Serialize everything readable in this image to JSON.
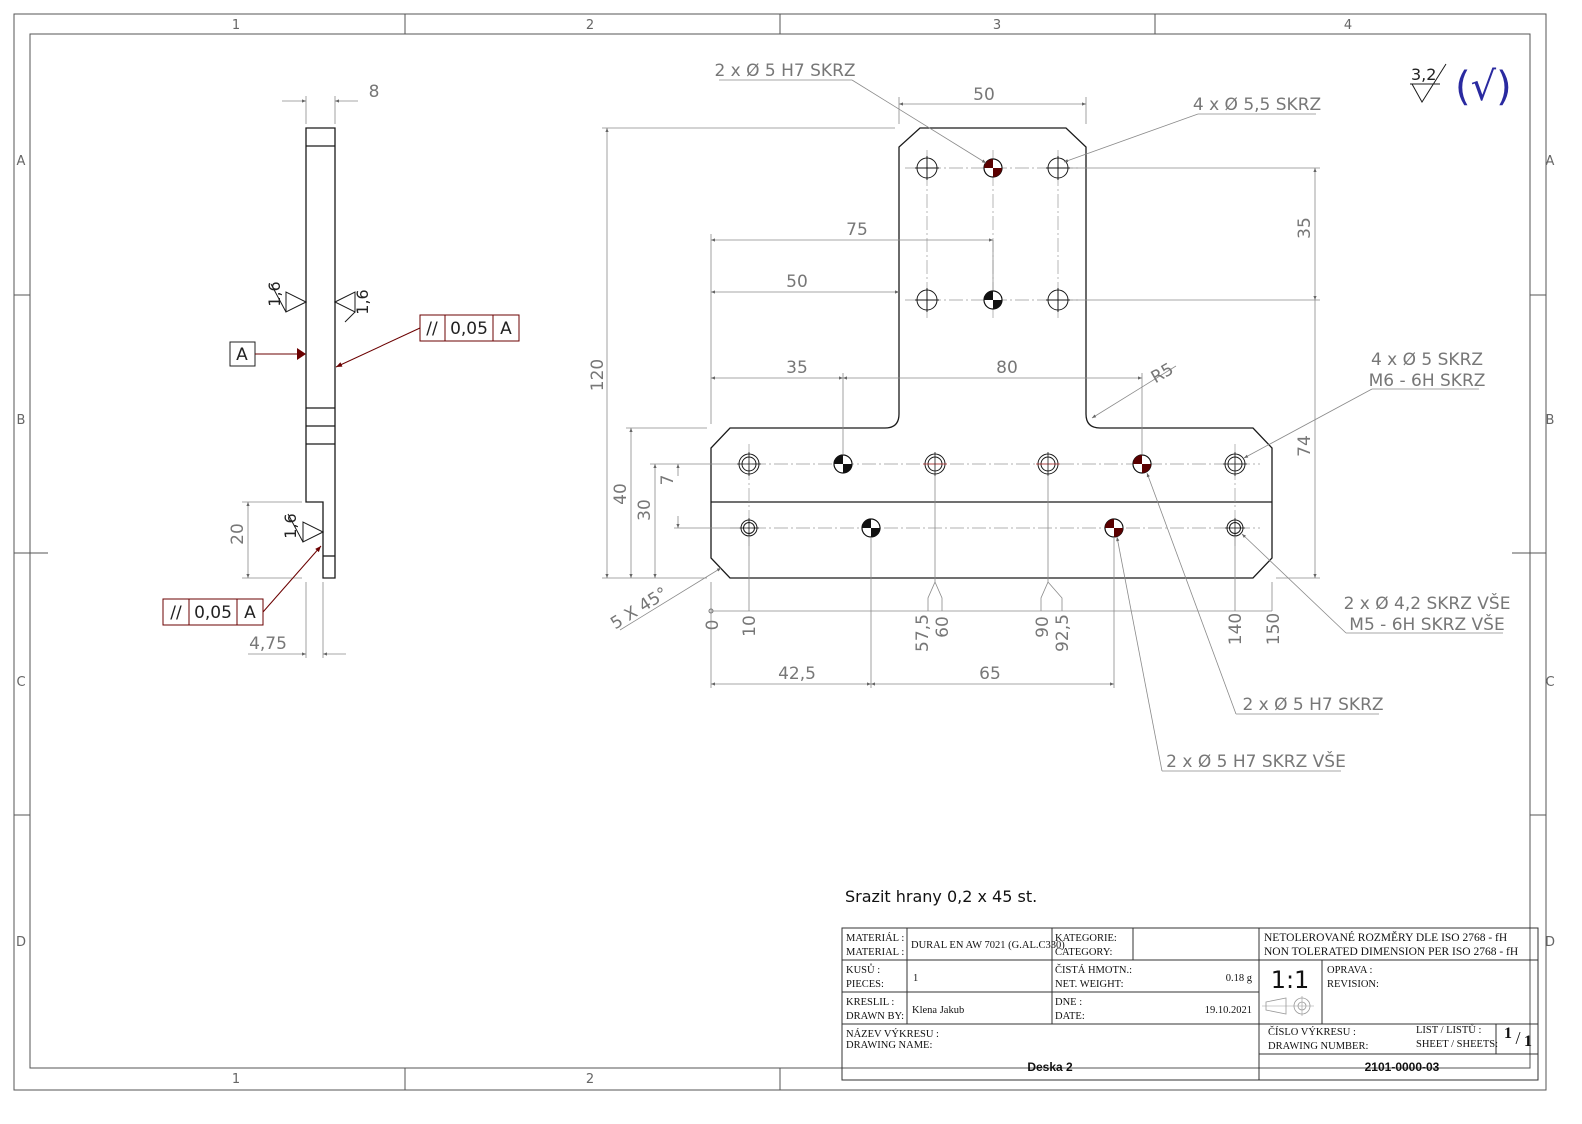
{
  "zones": {
    "cols": [
      "1",
      "2",
      "3",
      "4"
    ],
    "rows": [
      "A",
      "B",
      "C",
      "D"
    ]
  },
  "roughness": {
    "general": "3,2",
    "bracket_symbol": "(√)"
  },
  "side_view": {
    "dims": {
      "width": "8",
      "step_height": "20",
      "offset": "4,75"
    },
    "roughness": [
      "1,6",
      "1,6",
      "1,6"
    ],
    "datum": "A",
    "fcf": [
      {
        "symbol": "//",
        "tolerance": "0,05",
        "datum": "A"
      },
      {
        "symbol": "//",
        "tolerance": "0,05",
        "datum": "A"
      }
    ]
  },
  "front_view": {
    "dims": {
      "top_width": "50",
      "h75": "75",
      "h50": "50",
      "h35": "35",
      "h80": "80",
      "v120": "120",
      "v35": "35",
      "v74": "74",
      "v40": "40",
      "v30": "30",
      "v7": "7",
      "radius": "R5",
      "chamfer": "5 X 45°",
      "b42": "42,5",
      "b65": "65"
    },
    "ordinates": [
      "0",
      "10",
      "57,5",
      "60",
      "90",
      "92,5",
      "140",
      "150"
    ],
    "callouts": [
      "2 x Ø 5 H7 SKRZ",
      "4 x Ø 5,5 SKRZ",
      "4 x Ø 5 SKRZ",
      "M6 - 6H SKRZ",
      "2 x Ø 4,2 SKRZ VŠE",
      "M5 - 6H SKRZ VŠE",
      "2 x Ø 5 H7 SKRZ",
      "2 x Ø 5 H7 SKRZ VŠE"
    ]
  },
  "note": "Srazit hrany 0,2 x 45 st.",
  "title_block": {
    "material_label": "MATERIÁL :",
    "material_label_en": "MATERIAL :",
    "material": "DURAL EN AW 7021 (G.AL.C330)",
    "category_label": "KATEGORIE:",
    "category_label_en": "CATEGORY:",
    "pieces_label": "KUSŮ :",
    "pieces_label_en": "PIECES:",
    "pieces": "1",
    "weight_label": "ČISTÁ HMOTN.:",
    "weight_label_en": "NET. WEIGHT:",
    "weight": "0.18  g",
    "drawn_label": "KRESLIL :",
    "drawn_label_en": "DRAWN BY:",
    "drawn_by": "Klena Jakub",
    "date_label": "DNE :",
    "date_label_en": "DATE:",
    "date": "19.10.2021",
    "name_label": "NÁZEV VÝKRESU :",
    "name_label_en": "DRAWING NAME:",
    "drawing_name": "Deska 2",
    "tolerance_cz": "NETOLEROVANÉ ROZMĚRY DLE  ISO 2768 - fH",
    "tolerance_en": "NON TOLERATED DIMENSION PER ISO 2768 - fH",
    "scale": "1:1",
    "revision_label": "OPRAVA :",
    "revision_label_en": "REVISION:",
    "number_label": "ČÍSLO VÝKRESU :",
    "number_label_en": "DRAWING NUMBER:",
    "drawing_number": "2101-0000-03",
    "sheet_label": "LIST / LISTŮ :",
    "sheet_label_en": "SHEET / SHEETS:",
    "sheet": "1",
    "sheets": "1"
  }
}
